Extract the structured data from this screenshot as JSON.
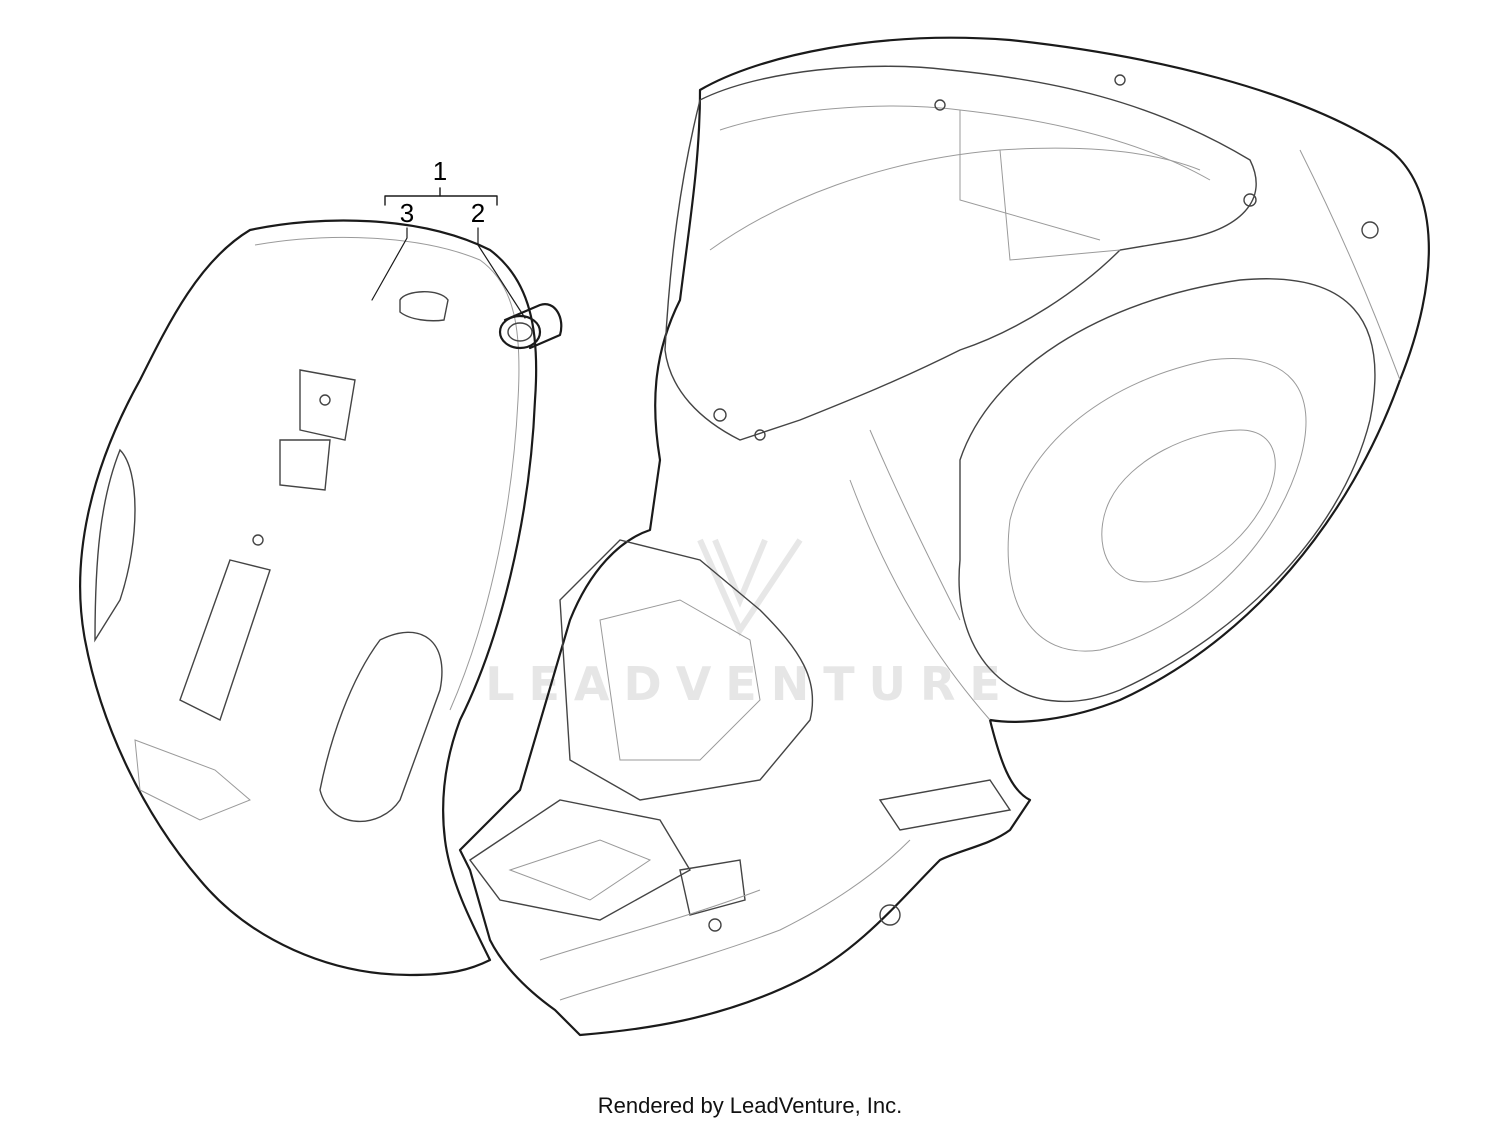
{
  "callouts": [
    {
      "id": "1",
      "label": "1"
    },
    {
      "id": "2",
      "label": "2"
    },
    {
      "id": "3",
      "label": "3"
    }
  ],
  "watermark": {
    "text": "LEADVENTURE"
  },
  "footer": {
    "credit": "Rendered by LeadVenture, Inc."
  },
  "colors": {
    "line": "#1a1a1a",
    "thin_line": "#9a9a9a",
    "background": "#ffffff",
    "watermark": "#c8c8c8"
  }
}
